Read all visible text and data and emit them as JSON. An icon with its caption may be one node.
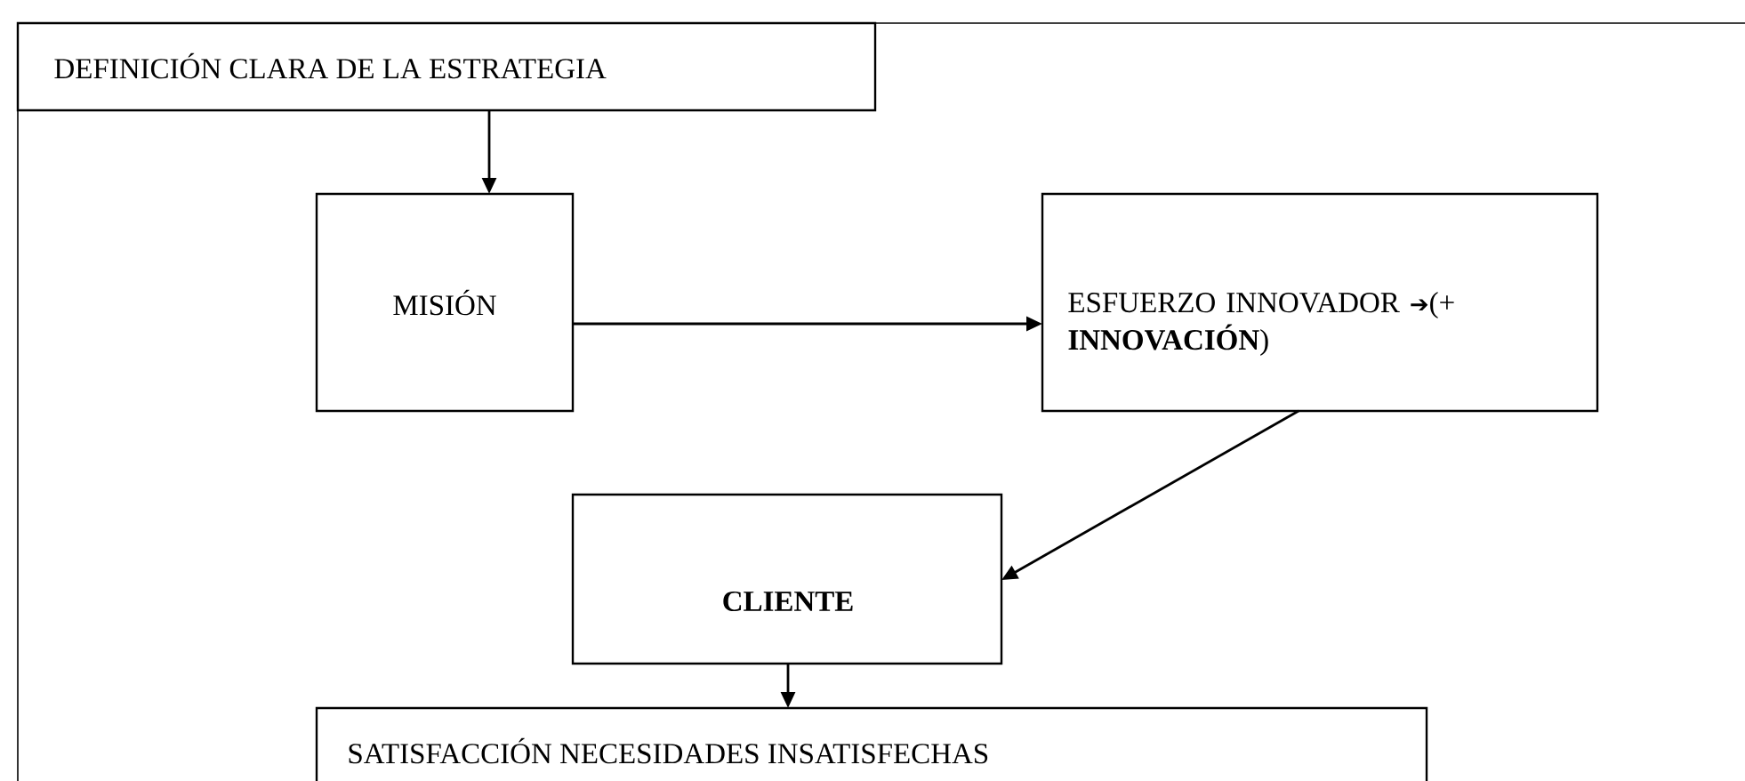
{
  "diagram": {
    "nodes": [
      {
        "text": [
          "DEFINICIÓN CLARA DE LA ESTRATEGIA"
        ]
      },
      {
        "text": [
          "MISIÓN"
        ]
      },
      {
        "text": [
          "ESFUERZO INNOVADOR ➔(+ **INNOVACIÓN**)"
        ]
      },
      {
        "text": [
          "CLIENTE"
        ]
      },
      {
        "text": [
          "SATISFACCIÓN NECESIDADES INSATISFECHAS"
        ]
      }
    ],
    "edges": [
      {
        "from": 0,
        "to": 1,
        "arrow": "to"
      },
      {
        "from": 1,
        "to": 2,
        "arrow": "to"
      },
      {
        "from": 2,
        "to": 3,
        "arrow": "to"
      },
      {
        "from": 3,
        "to": 4,
        "arrow": "to"
      }
    ]
  }
}
